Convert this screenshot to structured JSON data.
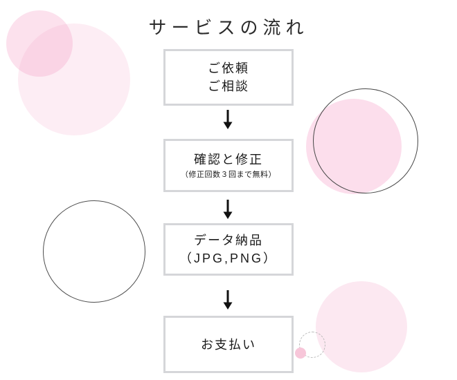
{
  "title": "サービスの流れ",
  "flow": {
    "steps": [
      {
        "lines": [
          "ご依頼",
          "ご相談"
        ]
      },
      {
        "lines": [
          "確認と修正"
        ],
        "note": "（修正回数３回まで無料）"
      },
      {
        "lines": [
          "データ納品",
          "（JPG,PNG）"
        ]
      },
      {
        "lines": [
          "お支払い"
        ]
      }
    ],
    "connector_icon": "down-arrow-icon"
  },
  "colors": {
    "background": "#ffffff",
    "box_border": "#d5d6d9",
    "text": "#1a1a1a",
    "title_text": "#2b2b2b",
    "arrow": "#111111",
    "pink_circle_small_topleft": "rgba(244,154,194,0.30)",
    "pink_circle_large_topleft": "rgba(244,154,194,0.18)",
    "pink_circle_right": "#fcdeec",
    "pink_circle_bottomright": "#fce8f1",
    "pink_dot_bottomright": "#f7c6d9",
    "outline_circle_stroke": "#4d4d4d",
    "dashed_circle_stroke": "#b9b9b9"
  }
}
